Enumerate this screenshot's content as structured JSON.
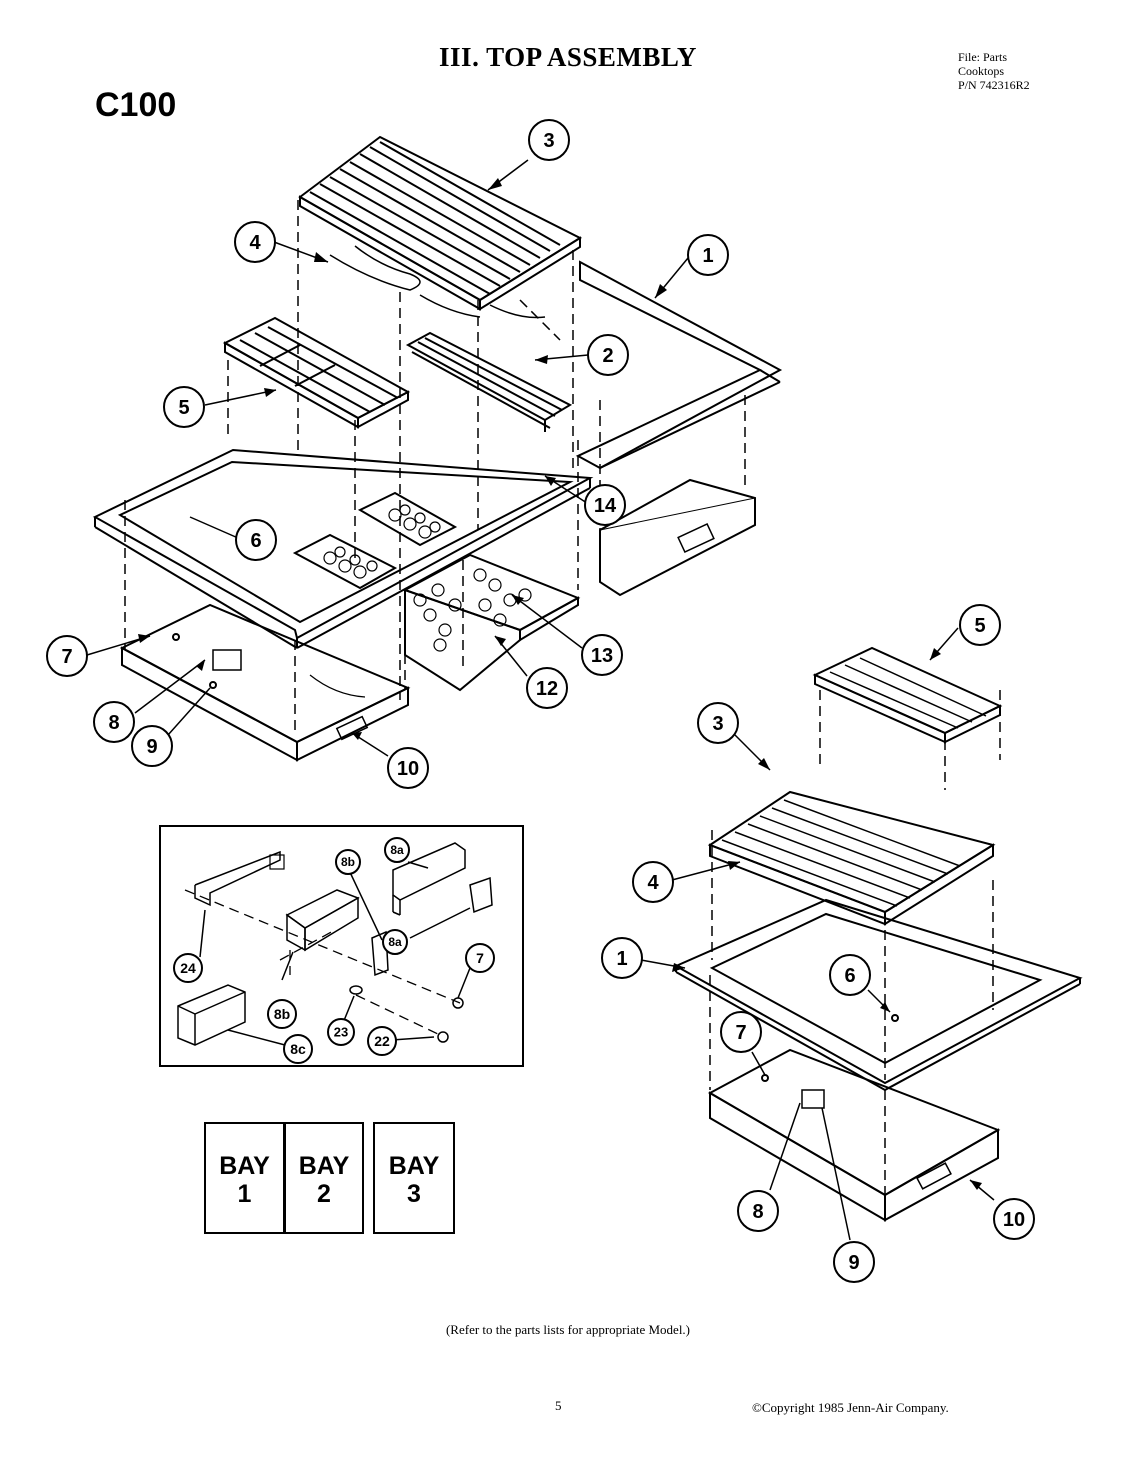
{
  "header": {
    "title": "III. TOP ASSEMBLY",
    "model": "C100",
    "file_lines": [
      "File: Parts",
      "Cooktops",
      "P/N 742316R2"
    ]
  },
  "callouts_main": [
    "3",
    "4",
    "1",
    "2",
    "5",
    "14",
    "6",
    "13",
    "12",
    "7",
    "8",
    "9",
    "10"
  ],
  "callouts_detail": [
    "8a",
    "8b",
    "8a",
    "7",
    "24",
    "8b",
    "23",
    "22",
    "8c"
  ],
  "callouts_small": [
    "5",
    "3",
    "4",
    "1",
    "6",
    "7",
    "8",
    "9",
    "10"
  ],
  "bays": [
    {
      "line1": "BAY",
      "line2": "1"
    },
    {
      "line1": "BAY",
      "line2": "2"
    },
    {
      "line1": "BAY",
      "line2": "3"
    }
  ],
  "footer": {
    "note": "(Refer to the parts lists for appropriate Model.)",
    "page": "5",
    "copyright": "©Copyright 1985 Jenn-Air Company."
  }
}
